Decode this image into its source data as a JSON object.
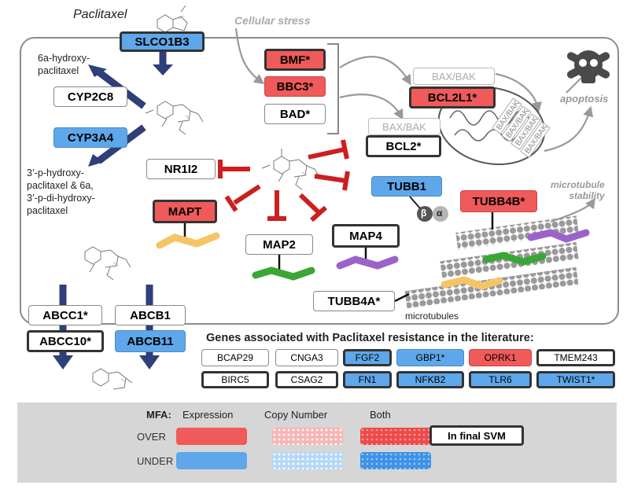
{
  "drug": "Paclitaxel",
  "stress_label": "Cellular stress",
  "metabolites": {
    "hydroxy6a": "6a-hydroxy-\npaclitaxel",
    "hydroxy3p": "3’-p-hydroxy-\npaclitaxel & 6a,\n3’-p-di-hydroxy-\npaclitaxel"
  },
  "apoptosis_label": "apoptosis",
  "microtubule_stability_label": "microtubule\nstability",
  "microtubules_label": "microtubules",
  "tubulin_beta": "β",
  "tubulin_alpha": "α",
  "genes": {
    "SLCO1B3": "SLCO1B3",
    "CYP2C8": "CYP2C8",
    "CYP3A4": "CYP3A4",
    "BMF": "BMF*",
    "BBC3": "BBC3*",
    "BAD": "BAD*",
    "BAXBAK1": "BAX/BAK",
    "BCL2L1": "BCL2L1*",
    "BAXBAK2": "BAX/BAK",
    "BCL2": "BCL2*",
    "NR1I2": "NR1I2",
    "MAPT": "MAPT",
    "MAP2": "MAP2",
    "MAP4": "MAP4",
    "TUBB1": "TUBB1",
    "TUBB4B": "TUBB4B*",
    "TUBB4A": "TUBB4A*",
    "ABCC1": "ABCC1*",
    "ABCB1": "ABCB1",
    "ABCC10": "ABCC10*",
    "ABCB11": "ABCB11"
  },
  "mito_bax": [
    "BAX/BAK",
    "BAX/BAK",
    "BAX/BAK",
    "BAX/BAK"
  ],
  "literature": {
    "title": "Genes associated with Paclitaxel resistance in the literature:",
    "row1": [
      "BCAP29",
      "CNGA3",
      "FGF2",
      "GBP1*",
      "OPRK1",
      "TMEM243"
    ],
    "row2": [
      "BIRC5",
      "CSAG2",
      "FN1",
      "NFKB2",
      "TLR6",
      "TWIST1*"
    ]
  },
  "legend": {
    "mfa_label": "MFA:",
    "col_expression": "Expression",
    "col_copy_number": "Copy Number",
    "col_both": "Both",
    "row_over": "OVER",
    "row_under": "UNDER",
    "final_svm": "In final SVM"
  },
  "colors": {
    "over": "#f05a5a",
    "under": "#5ea7ea",
    "arrow_navy": "#2e3f7a",
    "inhibit_red": "#cc1f1f",
    "gray_arrow": "#999999",
    "legend_bg": "#d6d6d6"
  }
}
